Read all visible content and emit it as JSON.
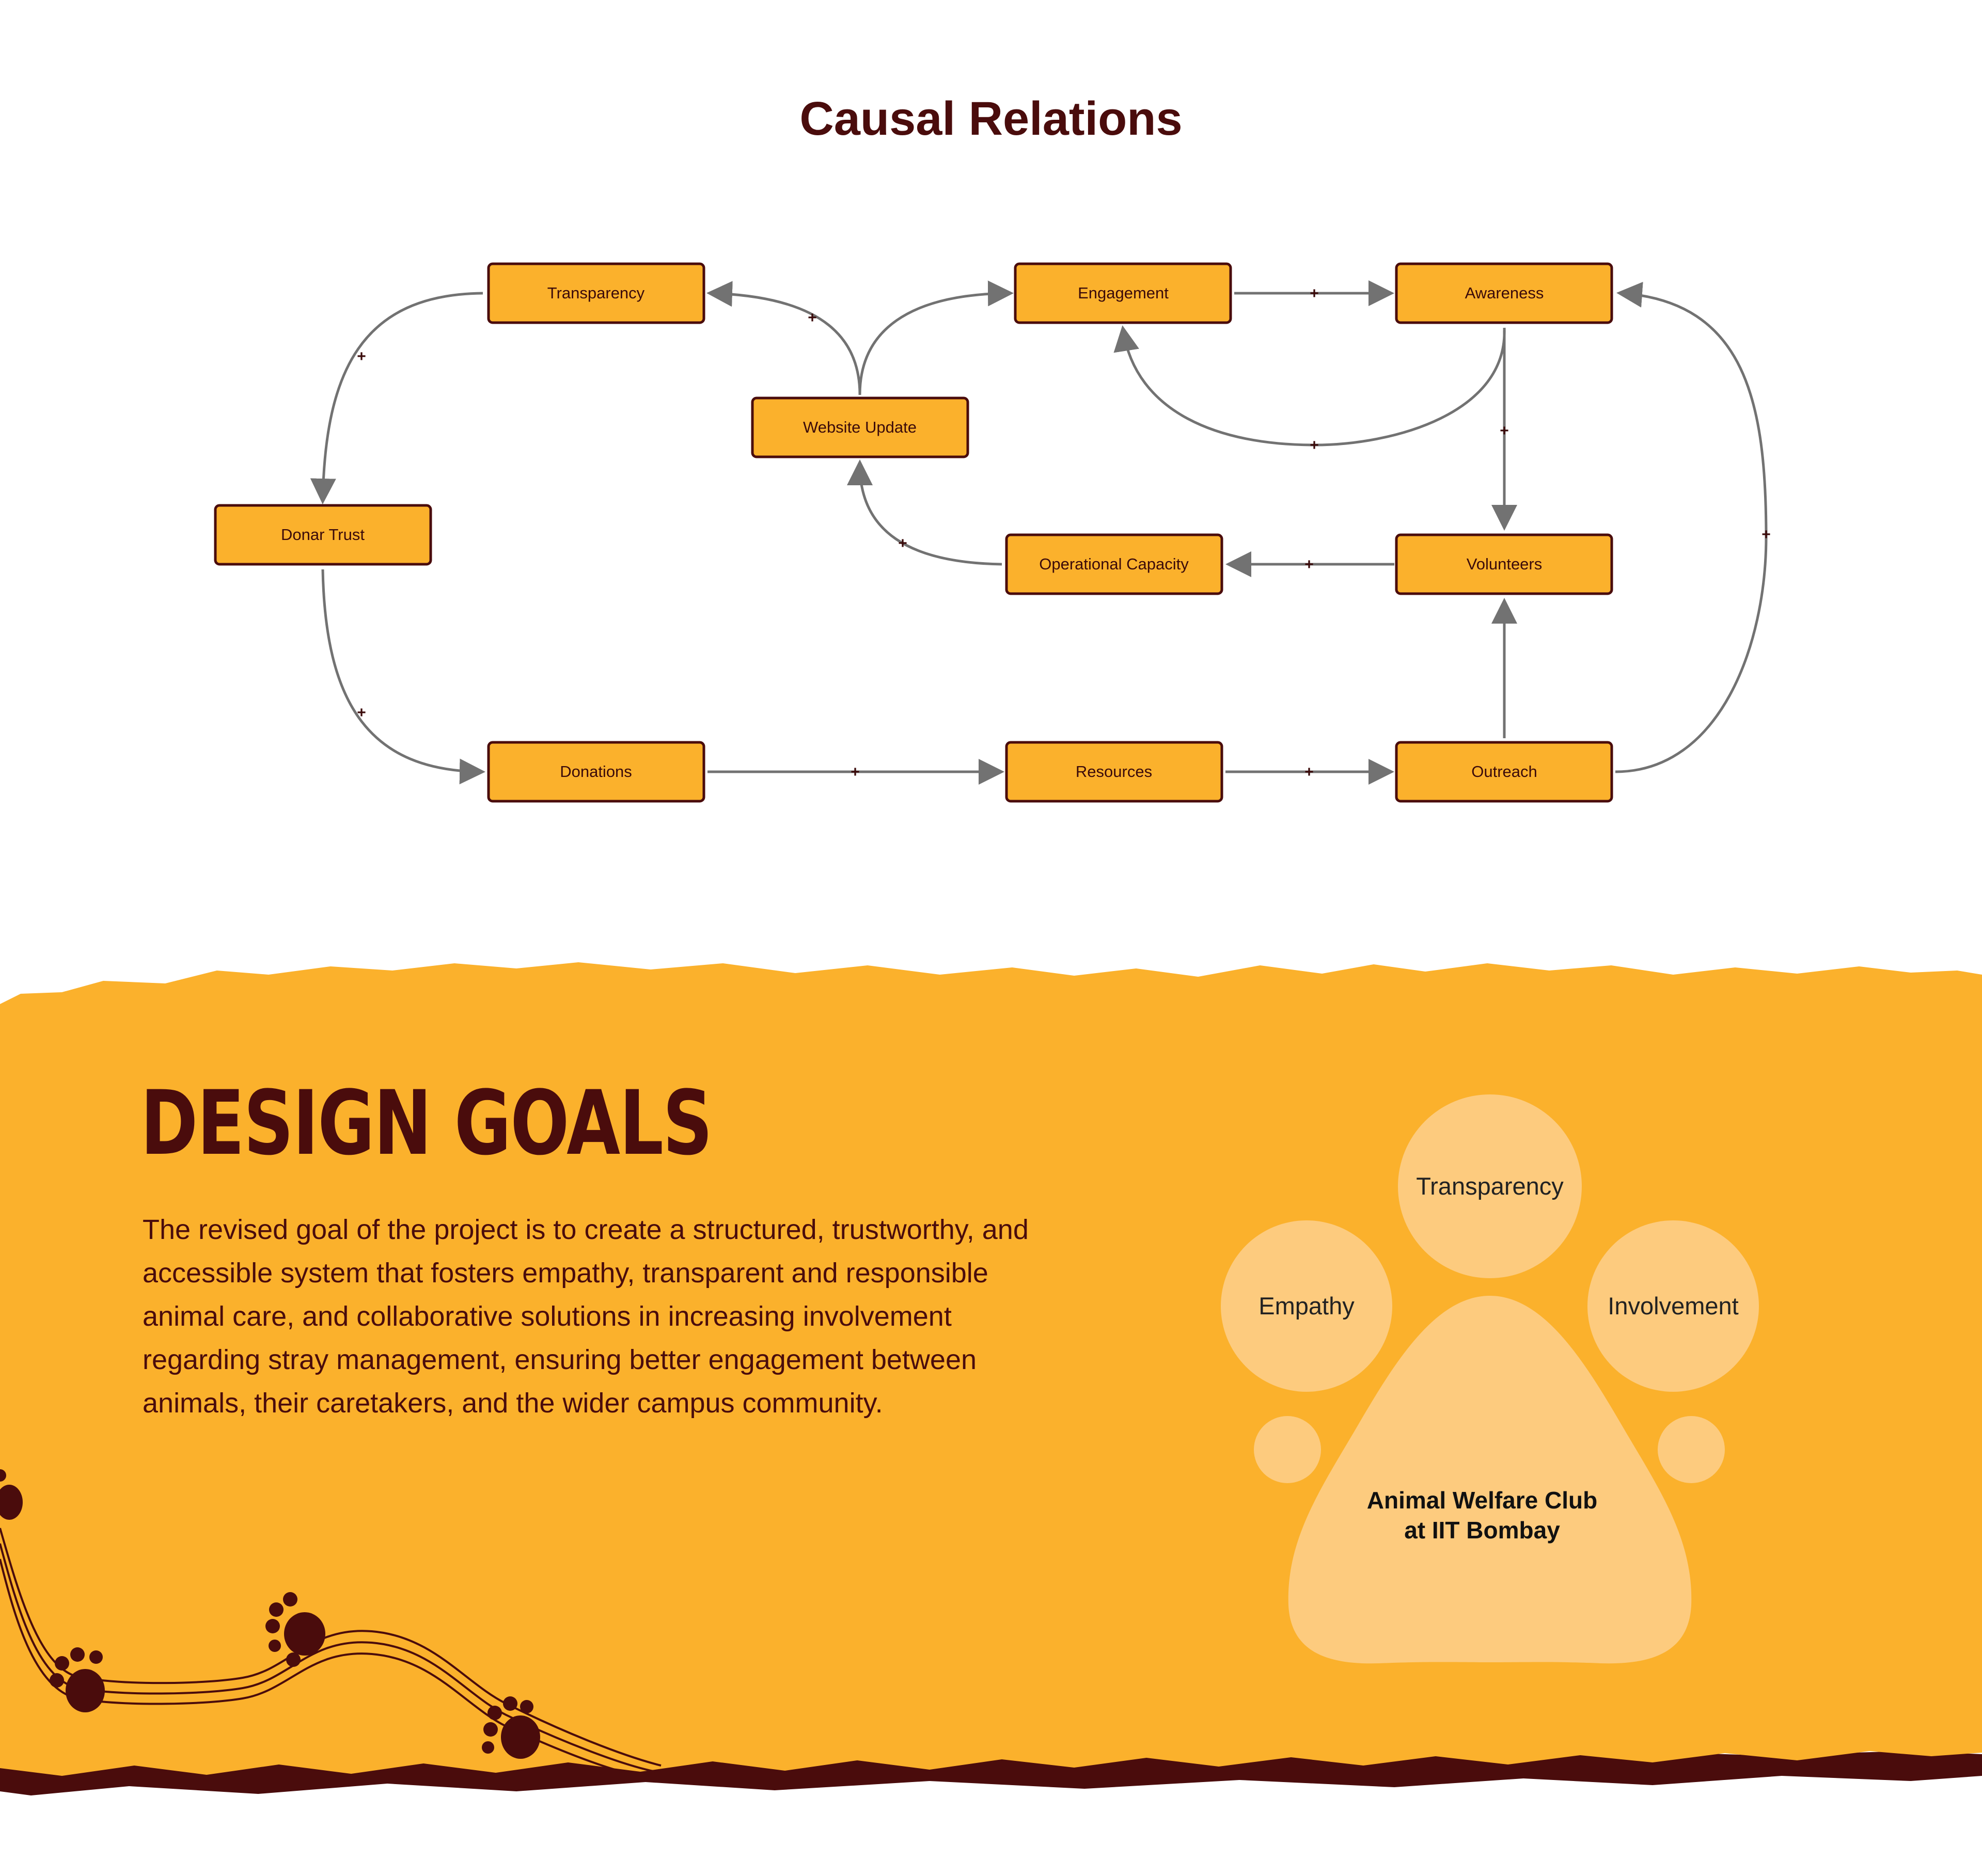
{
  "diagram": {
    "title": "Causal Relations",
    "nodes": {
      "transparency": "Transparency",
      "engagement": "Engagement",
      "awareness": "Awareness",
      "website_update": "Website Update",
      "donar_trust": "Donar Trust",
      "operational_capacity": "Operational Capacity",
      "volunteers": "Volunteers",
      "donations": "Donations",
      "resources": "Resources",
      "outreach": "Outreach"
    },
    "edges": [
      {
        "from": "Transparency",
        "to": "Donar Trust",
        "sign": "+"
      },
      {
        "from": "Donar Trust",
        "to": "Donations",
        "sign": "+"
      },
      {
        "from": "Donations",
        "to": "Resources",
        "sign": "+"
      },
      {
        "from": "Resources",
        "to": "Outreach",
        "sign": "+"
      },
      {
        "from": "Outreach",
        "to": "Volunteers",
        "sign": ""
      },
      {
        "from": "Outreach",
        "to": "Awareness",
        "sign": "+"
      },
      {
        "from": "Engagement",
        "to": "Awareness",
        "sign": "+"
      },
      {
        "from": "Awareness",
        "to": "Engagement",
        "sign": "+"
      },
      {
        "from": "Awareness",
        "to": "Volunteers",
        "sign": "+"
      },
      {
        "from": "Volunteers",
        "to": "Operational Capacity",
        "sign": "+"
      },
      {
        "from": "Operational Capacity",
        "to": "Website Update",
        "sign": "+"
      },
      {
        "from": "Website Update",
        "to": "Transparency",
        "sign": "+"
      },
      {
        "from": "Website Update",
        "to": "Engagement",
        "sign": ""
      }
    ]
  },
  "design_goals": {
    "heading": "DESIGN GOALS",
    "body": "The revised goal of the project is to create a structured, trustworthy, and accessible system that fosters empathy, transparent and responsible animal care, and collaborative solutions in increasing involvement regarding stray management, ensuring better engagement between animals, their caretakers, and the wider campus community.",
    "paw": {
      "top": "Transparency",
      "left": "Empathy",
      "right": "Involvement",
      "center_line1": "Animal Welfare Club",
      "center_line2": "at IIT Bombay"
    }
  },
  "colors": {
    "accent": "#fbb12c",
    "dark": "#4a0c0c",
    "paw_light": "#fdcb7e",
    "arrow": "#727272"
  }
}
